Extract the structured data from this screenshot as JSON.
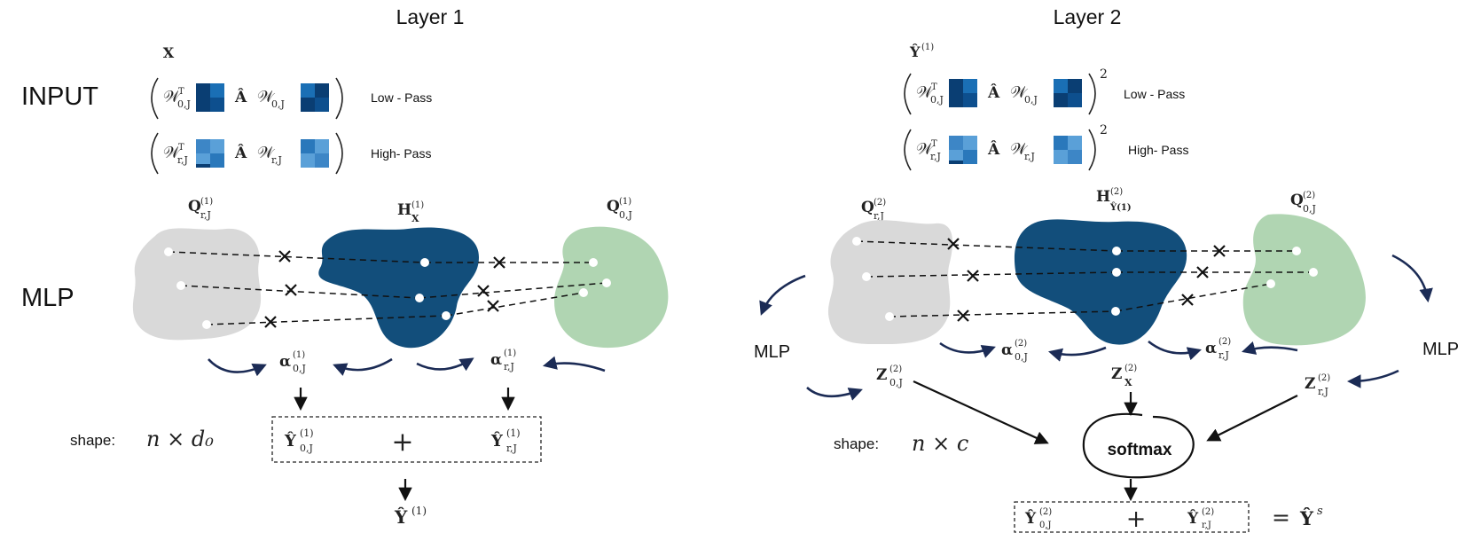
{
  "layer1": {
    "title": "Layer 1",
    "row_label_input": "INPUT",
    "row_label_mlp": "MLP",
    "input_symbol": "X",
    "input_symbol_prefix": "",
    "input_symbol_sup": "",
    "filters": {
      "low": {
        "label": "Low - Pass",
        "w_left": "𝒲",
        "w_left_sup": "T",
        "w_left_sub": "0,J",
        "a_hat": "Â",
        "w_right": "𝒲",
        "w_right_sub": "0,J",
        "power": ""
      },
      "high": {
        "label": "High- Pass",
        "w_left": "𝒲",
        "w_left_sup": "T",
        "w_left_sub": "r,J",
        "a_hat": "Â",
        "w_right": "𝒲",
        "w_right_sub": "r,J",
        "power": ""
      }
    },
    "blob_labels": {
      "gray": {
        "main": "Q",
        "sub": "r,J",
        "sup": "(1)"
      },
      "blue": {
        "main": "H",
        "sub": "X",
        "sup": "(1)"
      },
      "green": {
        "main": "Q",
        "sub": "0,J",
        "sup": "(1)"
      }
    },
    "alpha_left": {
      "main": "α",
      "sub": "0,J",
      "sup": "(1)"
    },
    "alpha_right": {
      "main": "α",
      "sub": "r,J",
      "sup": "(1)"
    },
    "shape_label": "shape:",
    "shape_expr": "n × d₀",
    "sum_left": {
      "main": "Ŷ",
      "sub": "0,J",
      "sup": "(1)"
    },
    "plus": "+",
    "sum_right": {
      "main": "Ŷ",
      "sub": "r,J",
      "sup": "(1)"
    },
    "output": {
      "main": "Ŷ",
      "sup": "(1)"
    }
  },
  "layer2": {
    "title": "Layer 2",
    "input_symbol": "Ŷ",
    "input_symbol_sup": "(1)",
    "filters": {
      "low": {
        "label": "Low - Pass",
        "w_left": "𝒲",
        "w_left_sup": "T",
        "w_left_sub": "0,J",
        "a_hat": "Â",
        "w_right": "𝒲",
        "w_right_sub": "0,J",
        "power": "2"
      },
      "high": {
        "label": "High- Pass",
        "w_left": "𝒲",
        "w_left_sup": "T",
        "w_left_sub": "r,J",
        "a_hat": "Â",
        "w_right": "𝒲",
        "w_right_sub": "r,J",
        "power": "2"
      }
    },
    "blob_labels": {
      "gray": {
        "main": "Q",
        "sub": "r,J",
        "sup": "(2)"
      },
      "blue": {
        "main": "H",
        "sub": "Ŷ(1)",
        "sup": "(2)"
      },
      "green": {
        "main": "Q",
        "sub": "0,J",
        "sup": "(2)"
      }
    },
    "alpha_left": {
      "main": "α",
      "sub": "0,J",
      "sup": "(2)"
    },
    "alpha_right": {
      "main": "α",
      "sub": "r,J",
      "sup": "(2)"
    },
    "mlp_left": "MLP",
    "mlp_right": "MLP",
    "z_left": {
      "main": "Z",
      "sub": "0,J",
      "sup": "(2)"
    },
    "z_mid": {
      "main": "Z",
      "sub": "X",
      "sup": "(2)"
    },
    "z_right": {
      "main": "Z",
      "sub": "r,J",
      "sup": "(2)"
    },
    "softmax": "softmax",
    "shape_label": "shape:",
    "shape_expr": "n × c",
    "sum_left": {
      "main": "Ŷ",
      "sub": "0,J",
      "sup": "(2)"
    },
    "plus": "+",
    "sum_right": {
      "main": "Ŷ",
      "sub": "r,J",
      "sup": "(2)"
    },
    "equals": "=",
    "result": {
      "main": "Ŷ",
      "sup": "s"
    }
  },
  "colors": {
    "blob_gray": "#d9d9d9",
    "blob_blue": "#124e7b",
    "blob_green": "#b0d5b2",
    "curve_arrow": "#1b2b55",
    "matrix_dark": "#0a3e73",
    "matrix_mid": "#1a6fb5",
    "matrix_light": "#5aa0d8"
  }
}
